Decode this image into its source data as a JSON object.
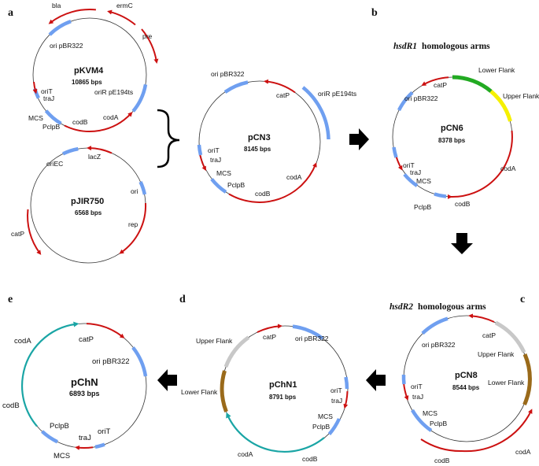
{
  "colors": {
    "backbone": "#333333",
    "gene_red": "#cc1111",
    "feature_blue": "#6f9ff0",
    "teal": "#1aa5a5",
    "green": "#22aa22",
    "yellow": "#f5f000",
    "grey": "#c8c8c8",
    "brown": "#9a6a1a"
  },
  "panels": {
    "a": "a",
    "b": "b",
    "c": "c",
    "d": "d",
    "e": "e"
  },
  "headings": {
    "b_gene": "hsdR1",
    "b_rest": "homologous arms",
    "c_gene": "hsdR2",
    "c_rest": "homologous arms"
  },
  "plasmids": {
    "pKVM4": {
      "name": "pKVM4",
      "size": "10865 bps",
      "labels": [
        "bla",
        "ermC",
        "pre",
        "ori pBR322",
        "oriR pE194ts",
        "oriT",
        "traJ",
        "MCS",
        "PclpB",
        "codB",
        "codA"
      ]
    },
    "pJIR750": {
      "name": "pJIR750",
      "size": "6568 bps",
      "labels": [
        "lacZ",
        "oriEC",
        "ori",
        "rep",
        "catP"
      ]
    },
    "pCN3": {
      "name": "pCN3",
      "size": "8145 bps",
      "labels": [
        "ori pBR322",
        "catP",
        "oriR pE194ts",
        "oriT",
        "traJ",
        "MCS",
        "PclpB",
        "codB",
        "codA"
      ]
    },
    "pCN6": {
      "name": "pCN6",
      "size": "8378 bps",
      "labels": [
        "catP",
        "Lower Flank",
        "Upper Flank",
        "ori pBR322",
        "codA",
        "oriT",
        "traJ",
        "MCS",
        "PclpB",
        "codB"
      ]
    },
    "pCN8": {
      "name": "pCN8",
      "size": "8544 bps",
      "labels": [
        "ori pBR322",
        "catP",
        "Upper Flank",
        "Lower Flank",
        "oriT",
        "traJ",
        "MCS",
        "PclpB",
        "codB",
        "codA"
      ]
    },
    "pChN1": {
      "name": "pChN1",
      "size": "8791 bps",
      "labels": [
        "Upper Flank",
        "catP",
        "ori pBR322",
        "Lower Flank",
        "oriT",
        "traJ",
        "MCS",
        "PclpB",
        "codA",
        "codB"
      ]
    },
    "pChN": {
      "name": "pChN",
      "size": "6893 bps",
      "labels": [
        "codA",
        "catP",
        "ori pBR322",
        "codB",
        "PclpB",
        "traJ",
        "oriT",
        "MCS"
      ]
    }
  }
}
